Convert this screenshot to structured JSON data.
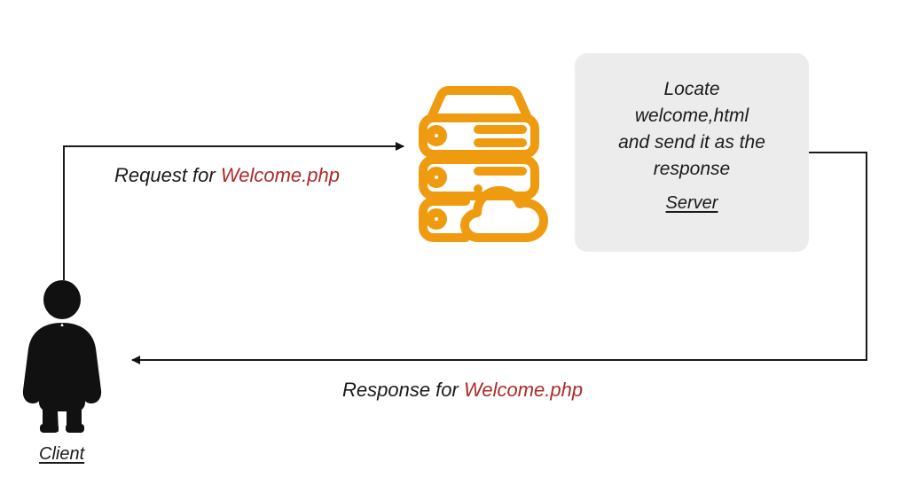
{
  "diagram": {
    "title": "Client server request response flow",
    "background_color": "#ffffff",
    "colors": {
      "accent_orange": "#ee9b10",
      "file_red": "#ad2a2a",
      "box_gray": "#ececec",
      "line_black": "#1a1a1a",
      "figure_black": "#111111"
    }
  },
  "client": {
    "label": "Client",
    "icon": "person-silhouette-icon"
  },
  "server_icon": {
    "icon": "server-rack-cloud-icon",
    "tiers": 3
  },
  "server_box": {
    "body": "Locate\nwelcome,html\nand send it as the\nresponse",
    "label": "Server"
  },
  "edges": {
    "request": {
      "prefix": "Request for ",
      "file": "Welcome.php",
      "direction": "client-to-server",
      "arrowhead": "right"
    },
    "response": {
      "prefix": "Response for ",
      "file": "Welcome.php",
      "direction": "server-to-client",
      "arrowhead": "left"
    }
  }
}
